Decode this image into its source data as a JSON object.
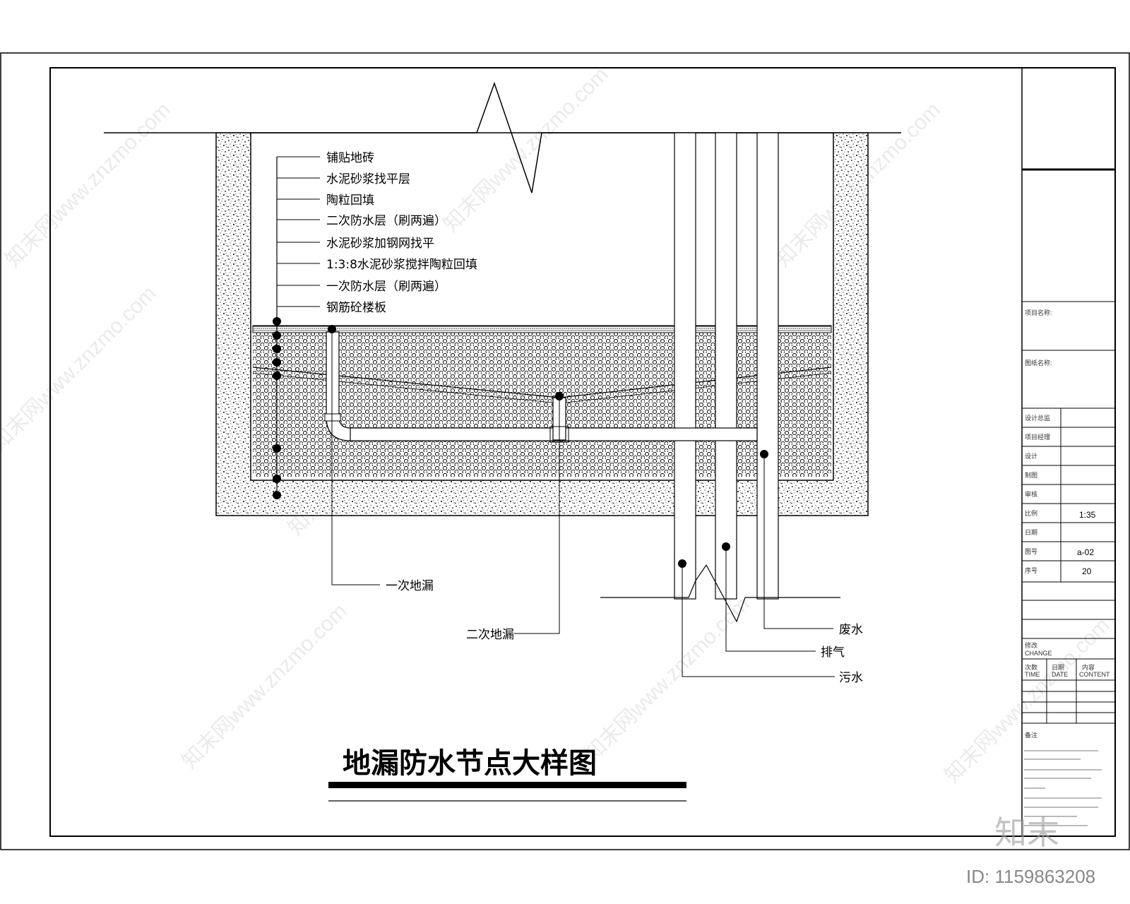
{
  "drawing": {
    "title": "地漏防水节点大样图",
    "layers": [
      "铺贴地砖",
      "水泥砂浆找平层",
      "陶粒回填",
      "二次防水层（刷两遍）",
      "水泥砂浆加钢网找平",
      "1:3:8水泥砂浆搅拌陶粒回填",
      "一次防水层（刷两遍）",
      "钢筋砼楼板"
    ],
    "drains": {
      "primary": "一次地漏",
      "secondary": "二次地漏"
    },
    "pipes": {
      "waste": "废水",
      "vent": "排气",
      "sewage": "污水"
    }
  },
  "title_block": {
    "project_name_label": "项目名称:",
    "drawing_name_label": "图纸名称:",
    "rows": [
      {
        "label": "设计总监",
        "value": ""
      },
      {
        "label": "项目经理",
        "value": ""
      },
      {
        "label": "设计",
        "value": ""
      },
      {
        "label": "制图",
        "value": ""
      },
      {
        "label": "审核",
        "value": ""
      },
      {
        "label": "比例",
        "value": "1:35"
      },
      {
        "label": "日期",
        "value": ""
      },
      {
        "label": "图号",
        "value": "a-02"
      },
      {
        "label": "序号",
        "value": "20"
      }
    ],
    "change_label": "修改",
    "change_label_en": "CHANGE",
    "change_cols": [
      {
        "cn": "次数",
        "en": "TIME"
      },
      {
        "cn": "日期",
        "en": "DATE"
      },
      {
        "cn": "内容",
        "en": "CONTENT"
      }
    ],
    "notes_label": "备注"
  },
  "watermark": {
    "text": "知末网www.znzmo.com",
    "brand": "知末",
    "id": "ID: 1159863208"
  }
}
